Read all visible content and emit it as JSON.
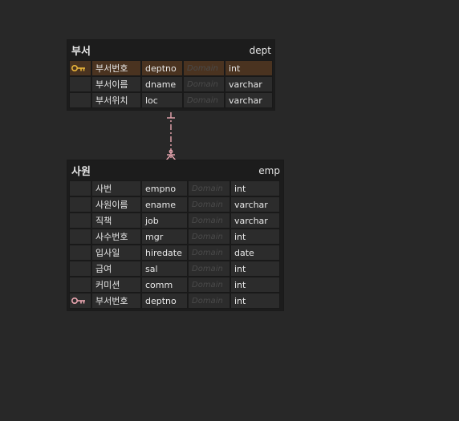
{
  "colors": {
    "canvas": "#282828",
    "table": "#1c1c1c",
    "cell": "#2c2c2c",
    "highlight_row": "#4a3320",
    "primary_key": "#e8b43a",
    "foreign_key": "#e9a6b0",
    "relation_line": "#e9a6b0"
  },
  "tables": {
    "dept": {
      "logical_name": "부서",
      "physical_name": "dept",
      "columns": [
        {
          "logical": "부서번호",
          "physical": "deptno",
          "domain": "Domain",
          "type": "int",
          "key": "primary-key-icon"
        },
        {
          "logical": "부서이름",
          "physical": "dname",
          "domain": "Domain",
          "type": "varchar",
          "key": ""
        },
        {
          "logical": "부서위치",
          "physical": "loc",
          "domain": "Domain",
          "type": "varchar",
          "key": ""
        }
      ]
    },
    "emp": {
      "logical_name": "사원",
      "physical_name": "emp",
      "columns": [
        {
          "logical": "사번",
          "physical": "empno",
          "domain": "Domain",
          "type": "int",
          "key": ""
        },
        {
          "logical": "사원이름",
          "physical": "ename",
          "domain": "Domain",
          "type": "varchar",
          "key": ""
        },
        {
          "logical": "직책",
          "physical": "job",
          "domain": "Domain",
          "type": "varchar",
          "key": ""
        },
        {
          "logical": "사수번호",
          "physical": "mgr",
          "domain": "Domain",
          "type": "int",
          "key": ""
        },
        {
          "logical": "입사일",
          "physical": "hiredate",
          "domain": "Domain",
          "type": "date",
          "key": ""
        },
        {
          "logical": "급여",
          "physical": "sal",
          "domain": "Domain",
          "type": "int",
          "key": ""
        },
        {
          "logical": "커미션",
          "physical": "comm",
          "domain": "Domain",
          "type": "int",
          "key": ""
        },
        {
          "logical": "부서번호",
          "physical": "deptno",
          "domain": "Domain",
          "type": "int",
          "key": "foreign-key-icon"
        }
      ]
    }
  },
  "relation": {
    "from": "dept",
    "to": "emp",
    "start_cardinality": "one",
    "end_cardinality": "zero-or-many",
    "line_style": "dashed"
  }
}
